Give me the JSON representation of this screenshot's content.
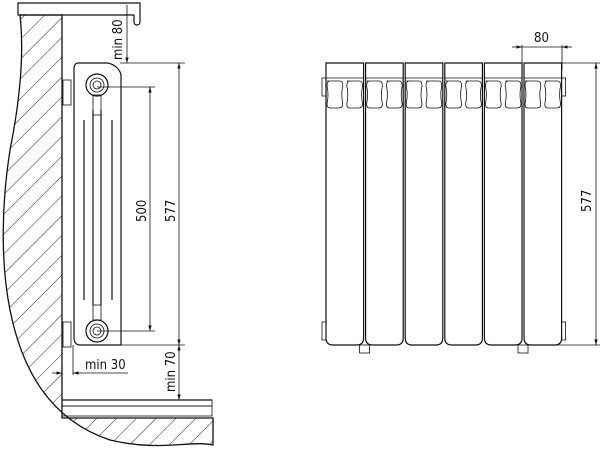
{
  "side_view": {
    "dim_top_clearance": "min 80",
    "dim_axis_distance": "500",
    "dim_height": "577",
    "dim_wall_clearance": "min 30",
    "dim_floor_clearance": "min 70"
  },
  "front_view": {
    "section_count": 6,
    "dim_section_width": "80",
    "dim_height": "577"
  }
}
